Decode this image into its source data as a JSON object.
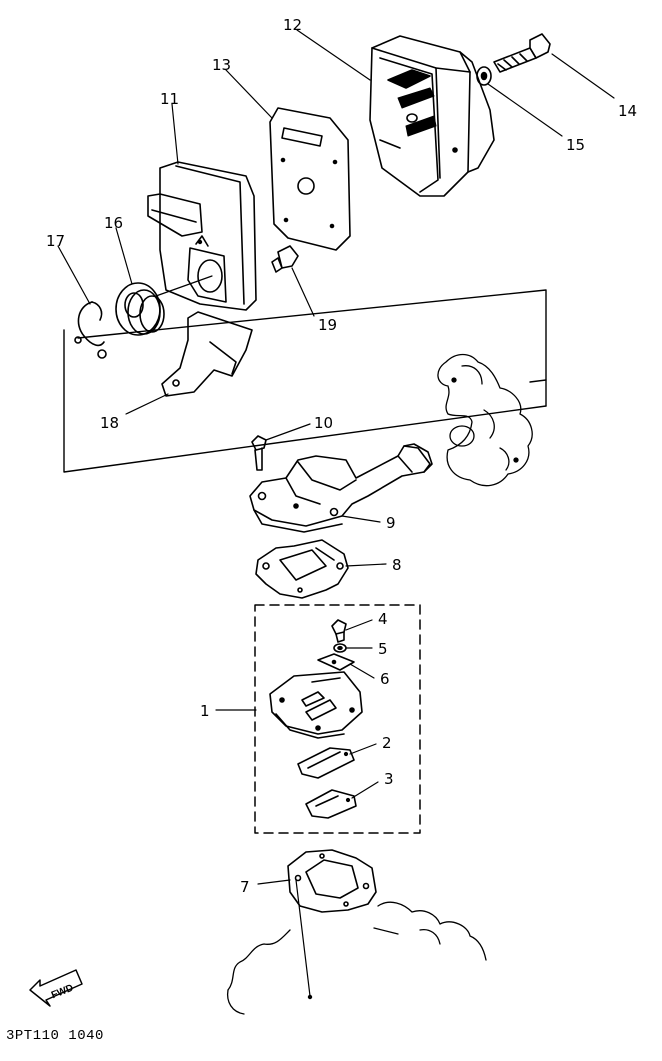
{
  "diagram": {
    "part_code": "3PT110 1040",
    "fwd_label": "FWD",
    "callouts": {
      "c1": "1",
      "c2": "2",
      "c3": "3",
      "c4": "4",
      "c5": "5",
      "c6": "6",
      "c7": "7",
      "c8": "8",
      "c9": "9",
      "c10": "10",
      "c11": "11",
      "c12": "12",
      "c13": "13",
      "c14": "14",
      "c15": "15",
      "c16": "16",
      "c17": "17",
      "c18": "18",
      "c19": "19"
    }
  }
}
